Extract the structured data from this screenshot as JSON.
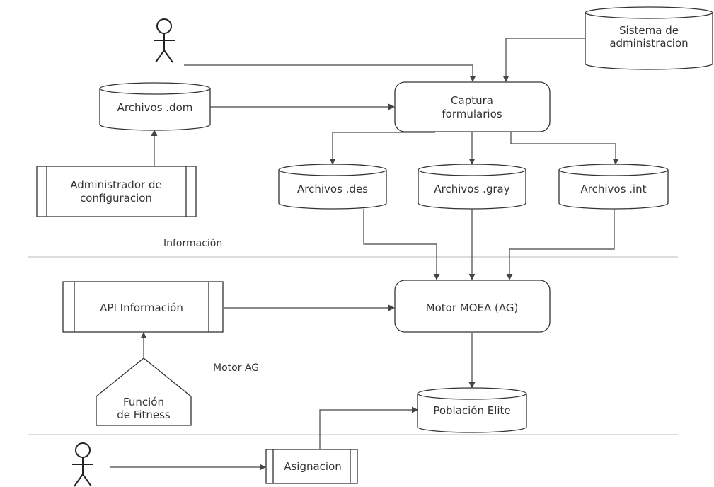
{
  "sections": {
    "informacion": "Información",
    "motor_ag": "Motor AG"
  },
  "nodes": {
    "sistema_admin": [
      "Sistema de",
      "administracion"
    ],
    "archivos_dom": "Archivos .dom",
    "captura": [
      "Captura",
      "formularios"
    ],
    "admin_config": [
      "Administrador de",
      "configuracion"
    ],
    "archivos_des": "Archivos .des",
    "archivos_gray": "Archivos .gray",
    "archivos_int": "Archivos .int",
    "api_info": "API Información",
    "motor_moea": "Motor MOEA (AG)",
    "funcion_fitness": [
      "Función",
      "de Fitness"
    ],
    "poblacion_elite": "Población Elite",
    "asignacion": "Asignacion"
  },
  "colors": {
    "stroke": "#333333",
    "divider": "#d0d0d0",
    "background": "#ffffff"
  }
}
